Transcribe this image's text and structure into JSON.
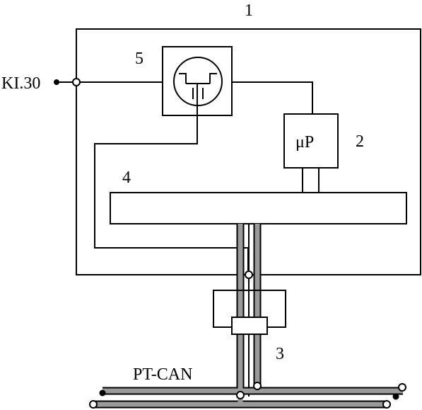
{
  "labels": {
    "control_unit": "1",
    "microprocessor_ref": "2",
    "connector_ref": "3",
    "bus_ref": "4",
    "transceiver_ref": "5",
    "microprocessor_text": "μP",
    "power_terminal": "KI.30",
    "bus_name": "PT-CAN"
  },
  "colors": {
    "line": "#000000",
    "bus": "#9a9a9a",
    "background": "#ffffff"
  }
}
